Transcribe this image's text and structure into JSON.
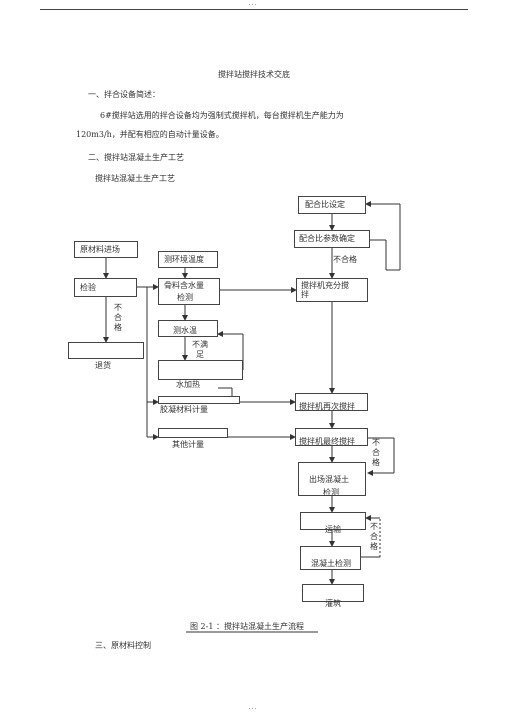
{
  "header": {
    "dots": "..."
  },
  "footer": {
    "dots": "..."
  },
  "document": {
    "title": "搅拌站搅拌技术交底",
    "section1": "一、拌合设备简述：",
    "para1_line1": "6#搅拌站选用的拌合设备均为强制式搅拌机，每台搅拌机生产能力为",
    "para1_line2": "120m3/h，并配有相应的自动计量设备。",
    "section2": "二、搅拌站混凝土生产工艺",
    "subtitle2": "搅拌站混凝土生产工艺",
    "section3": "三、原材料控制"
  },
  "flowchart": {
    "mix_design": "配合比设定",
    "mix_params": "配合比参数确定",
    "fail_top": "不合格",
    "raw_material": "原材料进场",
    "env_temp": "测环境温度",
    "inspect": "检验",
    "aggregate_moisture_1": "骨料含水量",
    "aggregate_moisture_2": "检测",
    "mixer_full_1": "搅拌机充分搅",
    "mixer_full_2": "拌",
    "fail_left": "不合格",
    "water_temp": "测水温",
    "not_satisfied": "不满足",
    "return_goods": "退货",
    "water_heat": "水加热",
    "binder_metering": "胶凝材料计量",
    "mixer_again": "搅拌机再次搅拌",
    "other_metering": "其他计量",
    "mixer_final": "搅拌机最终搅拌",
    "fail_right1": "不合格",
    "outgoing_1": "出场混凝土",
    "outgoing_2": "检测",
    "transport": "运输",
    "fail_right2": "不合格",
    "concrete_inspect": "混凝土检测",
    "pouring": "灌筑",
    "caption": "图 2-1 ：搅拌站混凝土生产流程"
  }
}
